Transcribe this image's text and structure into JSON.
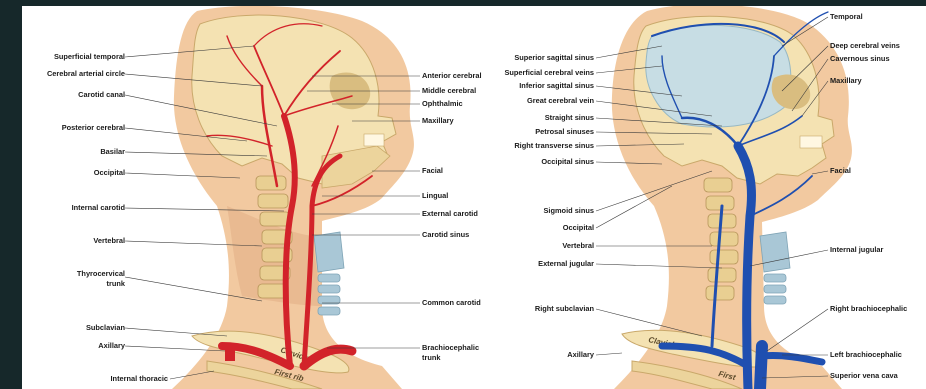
{
  "figure": {
    "arterial_labels_left": [
      "Superficial temporal",
      "Cerebral arterial circle",
      "Carotid canal",
      "Posterior cerebral",
      "Basilar",
      "Occipital",
      "Internal carotid",
      "Vertebral",
      "Thyrocervical",
      "trunk",
      "Subclavian",
      "Axillary",
      "Internal thoracic"
    ],
    "arterial_labels_right": [
      "Anterior cerebral",
      "Middle cerebral",
      "Ophthalmic",
      "Maxillary",
      "Facial",
      "Lingual",
      "External carotid",
      "Carotid sinus",
      "Common carotid",
      "Brachiocephalic",
      "trunk"
    ],
    "venous_labels_left": [
      "Superior sagittal sinus",
      "Superficial cerebral veins",
      "Inferior sagittal sinus",
      "Great cerebral vein",
      "Straight sinus",
      "Petrosal sinuses",
      "Right transverse sinus",
      "Occipital sinus",
      "Sigmoid sinus",
      "Occipital",
      "Vertebral",
      "External jugular",
      "Right subclavian",
      "Axillary"
    ],
    "venous_labels_right": [
      "Temporal",
      "Deep cerebral veins",
      "Cavernous sinus",
      "Maxillary",
      "Facial",
      "Internal jugular",
      "Right brachiocephalic",
      "Left brachiocephalic",
      "Superior vena cava"
    ],
    "bone_labels": [
      "Clavicle",
      "First rib",
      "Clavicle",
      "First"
    ],
    "colors": {
      "frame": "#16282a",
      "skin": "#f2c9a0",
      "skin_shadow": "#e3b187",
      "bone": "#f4e2b2",
      "bone_shadow": "#d9bd80",
      "artery": "#d2232a",
      "vein": "#1f4fb0",
      "cartilage": "#a9c7d6",
      "brain": "#c7dde4",
      "leader": "#3a3a3a"
    }
  }
}
